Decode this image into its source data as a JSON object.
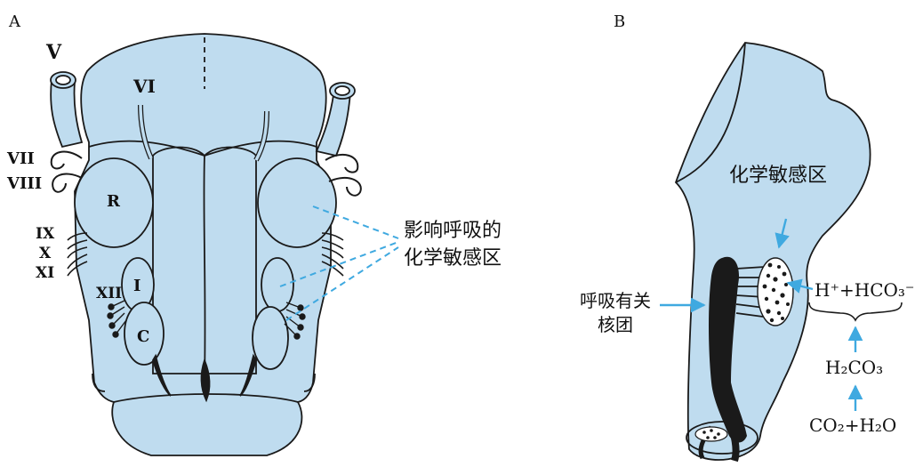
{
  "panelA": {
    "label": "A",
    "nerves": {
      "V": "V",
      "VI": "VI",
      "VII": "VII",
      "VIII": "VIII",
      "IX": "IX",
      "X": "X",
      "XI": "XI",
      "XII": "XII"
    },
    "regions": {
      "R": "R",
      "I": "I",
      "C": "C"
    },
    "callout_line1": "影响呼吸的",
    "callout_line2": "化学敏感区"
  },
  "panelB": {
    "label": "B",
    "zone_label": "化学敏感区",
    "nucleus_line1": "呼吸有关",
    "nucleus_line2": "核团",
    "chain": {
      "ions": "H⁺+HCO₃⁻",
      "acid": "H₂CO₃",
      "reactants": "CO₂+H₂O"
    }
  },
  "colors": {
    "tissue": "#bfdcef",
    "outline": "#1a1a1a",
    "arrow": "#3fa9e0"
  }
}
